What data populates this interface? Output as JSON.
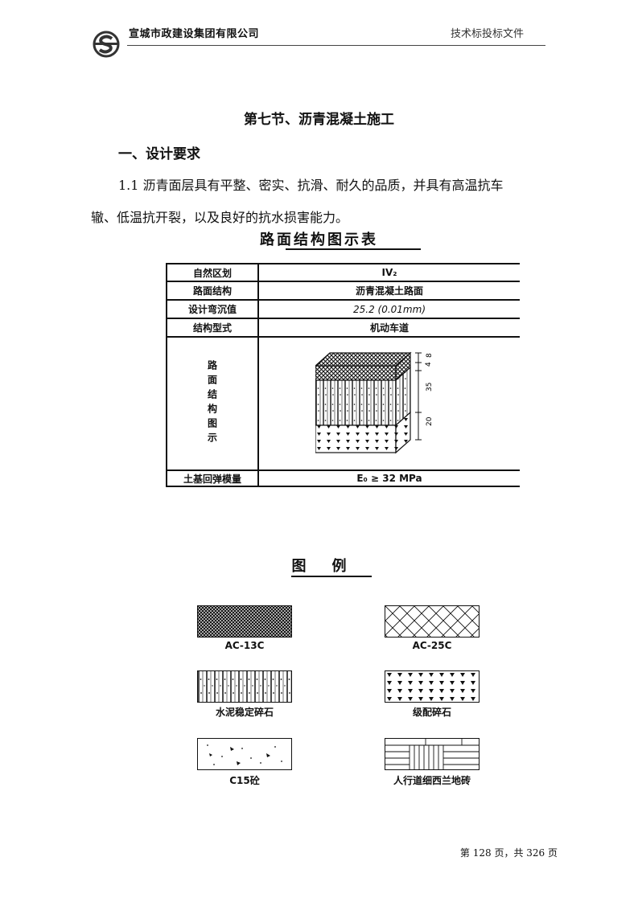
{
  "header": {
    "company": "宣城市政建设集团有限公司",
    "doc_type": "技术标投标文件"
  },
  "section": {
    "title": "第七节、沥青混凝土施工",
    "subhead": "一、设计要求",
    "para_line1": "1.1 沥青面层具有平整、密实、抗滑、耐久的品质，并具有高温抗车",
    "para_line2": "辙、低温抗开裂，以及良好的抗水损害能力。"
  },
  "table": {
    "title": "路面结构图示表",
    "rows": [
      {
        "label": "自然区划",
        "value": "IV₂"
      },
      {
        "label": "路面结构",
        "value": "沥青混凝土路面"
      },
      {
        "label": "设计弯沉值",
        "value": "25.2 (0.01mm)"
      },
      {
        "label": "结构型式",
        "value": "机动车道"
      }
    ],
    "diagram_label": "路面结构图示",
    "layer_dims": [
      "8",
      "4",
      "35",
      "20"
    ],
    "last_label": "土基回弹模量",
    "last_value": "E₀ ≥ 32 MPa"
  },
  "legend": {
    "title_a": "图",
    "title_b": "例",
    "items": [
      {
        "label": "AC-13C"
      },
      {
        "label": "AC-25C"
      },
      {
        "label": "水泥稳定碎石"
      },
      {
        "label": "级配碎石"
      },
      {
        "label": "C15砼"
      },
      {
        "label": "人行道细西兰地砖"
      }
    ]
  },
  "footer": {
    "page": "第 128 页，共 326 页"
  }
}
